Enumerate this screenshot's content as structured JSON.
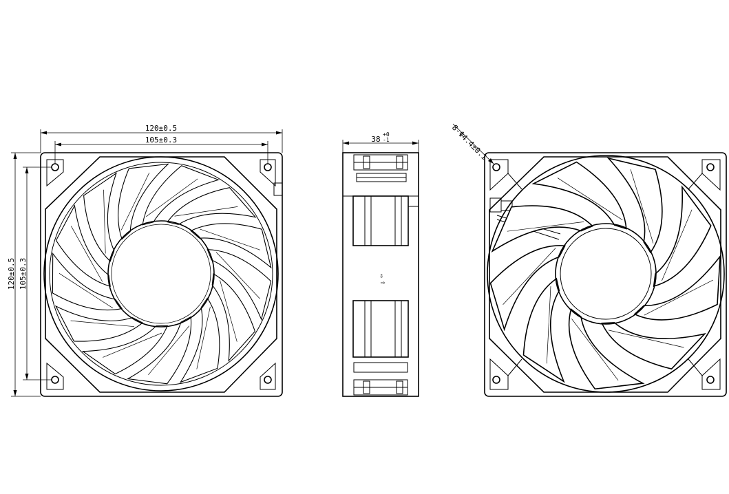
{
  "dimensions": {
    "front_overall_width": "120±0.5",
    "front_hole_spacing_width": "105±0.3",
    "front_overall_height": "120±0.5",
    "front_hole_spacing_height": "105±0.3",
    "side_thickness_base": "38",
    "side_thickness_tol_upper": "+0",
    "side_thickness_tol_lower": "-1",
    "hole_callout": "8-Φ4.4±0.1"
  },
  "symbols": {
    "airflow": "⇩",
    "rotation": "⇨"
  },
  "views": {
    "front_blade_count": 13,
    "back_blade_count": 9
  },
  "colors": {
    "line": "#000000",
    "background": "#ffffff"
  }
}
